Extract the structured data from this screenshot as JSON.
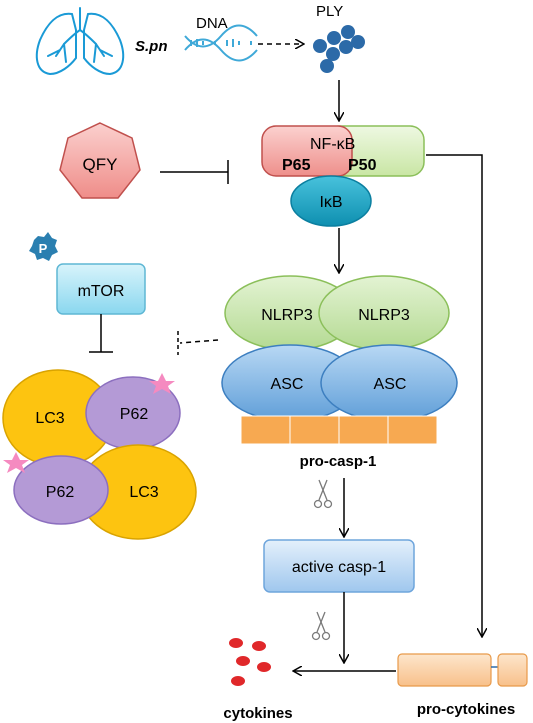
{
  "labels": {
    "dna": "DNA",
    "spn": "S.pn",
    "ply": "PLY",
    "qfy": "QFY",
    "nfkb": "NF-κB",
    "p65": "P65",
    "p50": "P50",
    "ikb": "IκB",
    "p_badge": "P",
    "mtor": "mTOR",
    "nlrp3_left": "NLRP3",
    "nlrp3_right": "NLRP3",
    "asc_left": "ASC",
    "asc_right": "ASC",
    "pro_casp1": "pro-casp-1",
    "lc3_top": "LC3",
    "p62_top": "P62",
    "p62_bottom": "P62",
    "lc3_bottom": "LC3",
    "active_casp1": "active casp-1",
    "cytokines": "cytokines",
    "pro_cytokines": "pro-cytokines"
  },
  "colors": {
    "lung": "#1a9ad6",
    "dna": "#3fa9d8",
    "ply_dot": "#2c6aa8",
    "qfy_fill": "#f4a6a3",
    "qfy_stroke": "#c0504d",
    "p65_fill": "#f2a3a0",
    "p50_fill": "#d6ecb6",
    "ikb_fill": "#16a8c8",
    "p_badge": "#2a7fb0",
    "mtor_fill": "#a8e4f4",
    "nlrp3_fill": "#c3e3a6",
    "asc_fill": "#7fb6e6",
    "casp_fill": "#f7a951",
    "lc3_fill": "#fdc410",
    "p62_fill": "#b49ad6",
    "star": "#f58ac0",
    "active_casp_fill": "#bcd8f4",
    "cytokine_dot": "#e0282a",
    "procyto_fill": "#fbd0a0"
  }
}
